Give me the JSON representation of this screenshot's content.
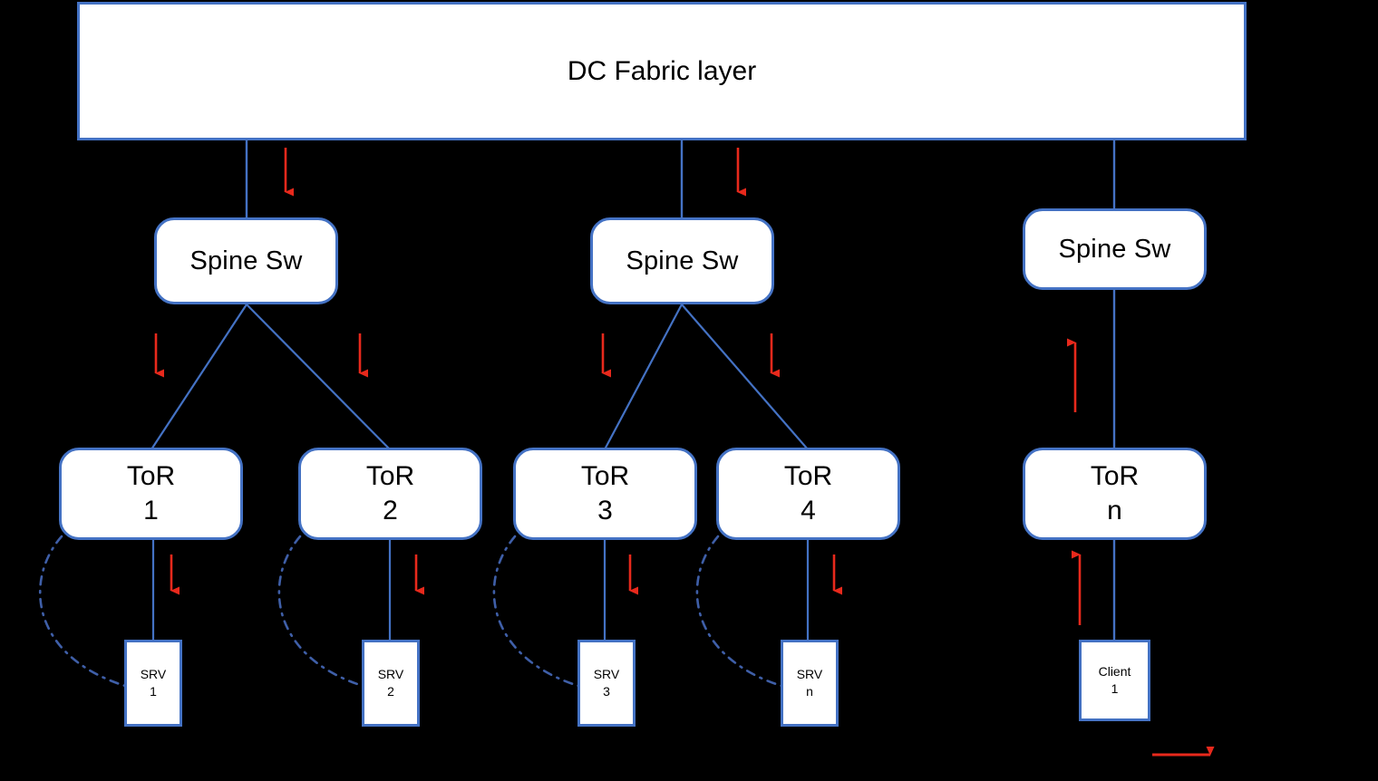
{
  "diagram": {
    "title": "DC Fabric layer",
    "background_color": "#000000",
    "box_fill": "#ffffff",
    "box_border_color": "#4472C4",
    "arrow_color": "#E8291C",
    "dashed_link_color": "#3F5FA8"
  },
  "fabric": {
    "label": "DC Fabric layer"
  },
  "spines": [
    {
      "label": "Spine Sw"
    },
    {
      "label": "Spine Sw"
    },
    {
      "label": "Spine Sw"
    }
  ],
  "tors": [
    {
      "line1": "ToR",
      "line2": "1"
    },
    {
      "line1": "ToR",
      "line2": "2"
    },
    {
      "line1": "ToR",
      "line2": "3"
    },
    {
      "line1": "ToR",
      "line2": "4"
    },
    {
      "line1": "ToR",
      "line2": "n"
    }
  ],
  "leaves": [
    {
      "line1": "SRV",
      "line2": "1"
    },
    {
      "line1": "SRV",
      "line2": "2"
    },
    {
      "line1": "SRV",
      "line2": "3"
    },
    {
      "line1": "SRV",
      "line2": "n"
    },
    {
      "line1": "Client",
      "line2": "1"
    }
  ]
}
